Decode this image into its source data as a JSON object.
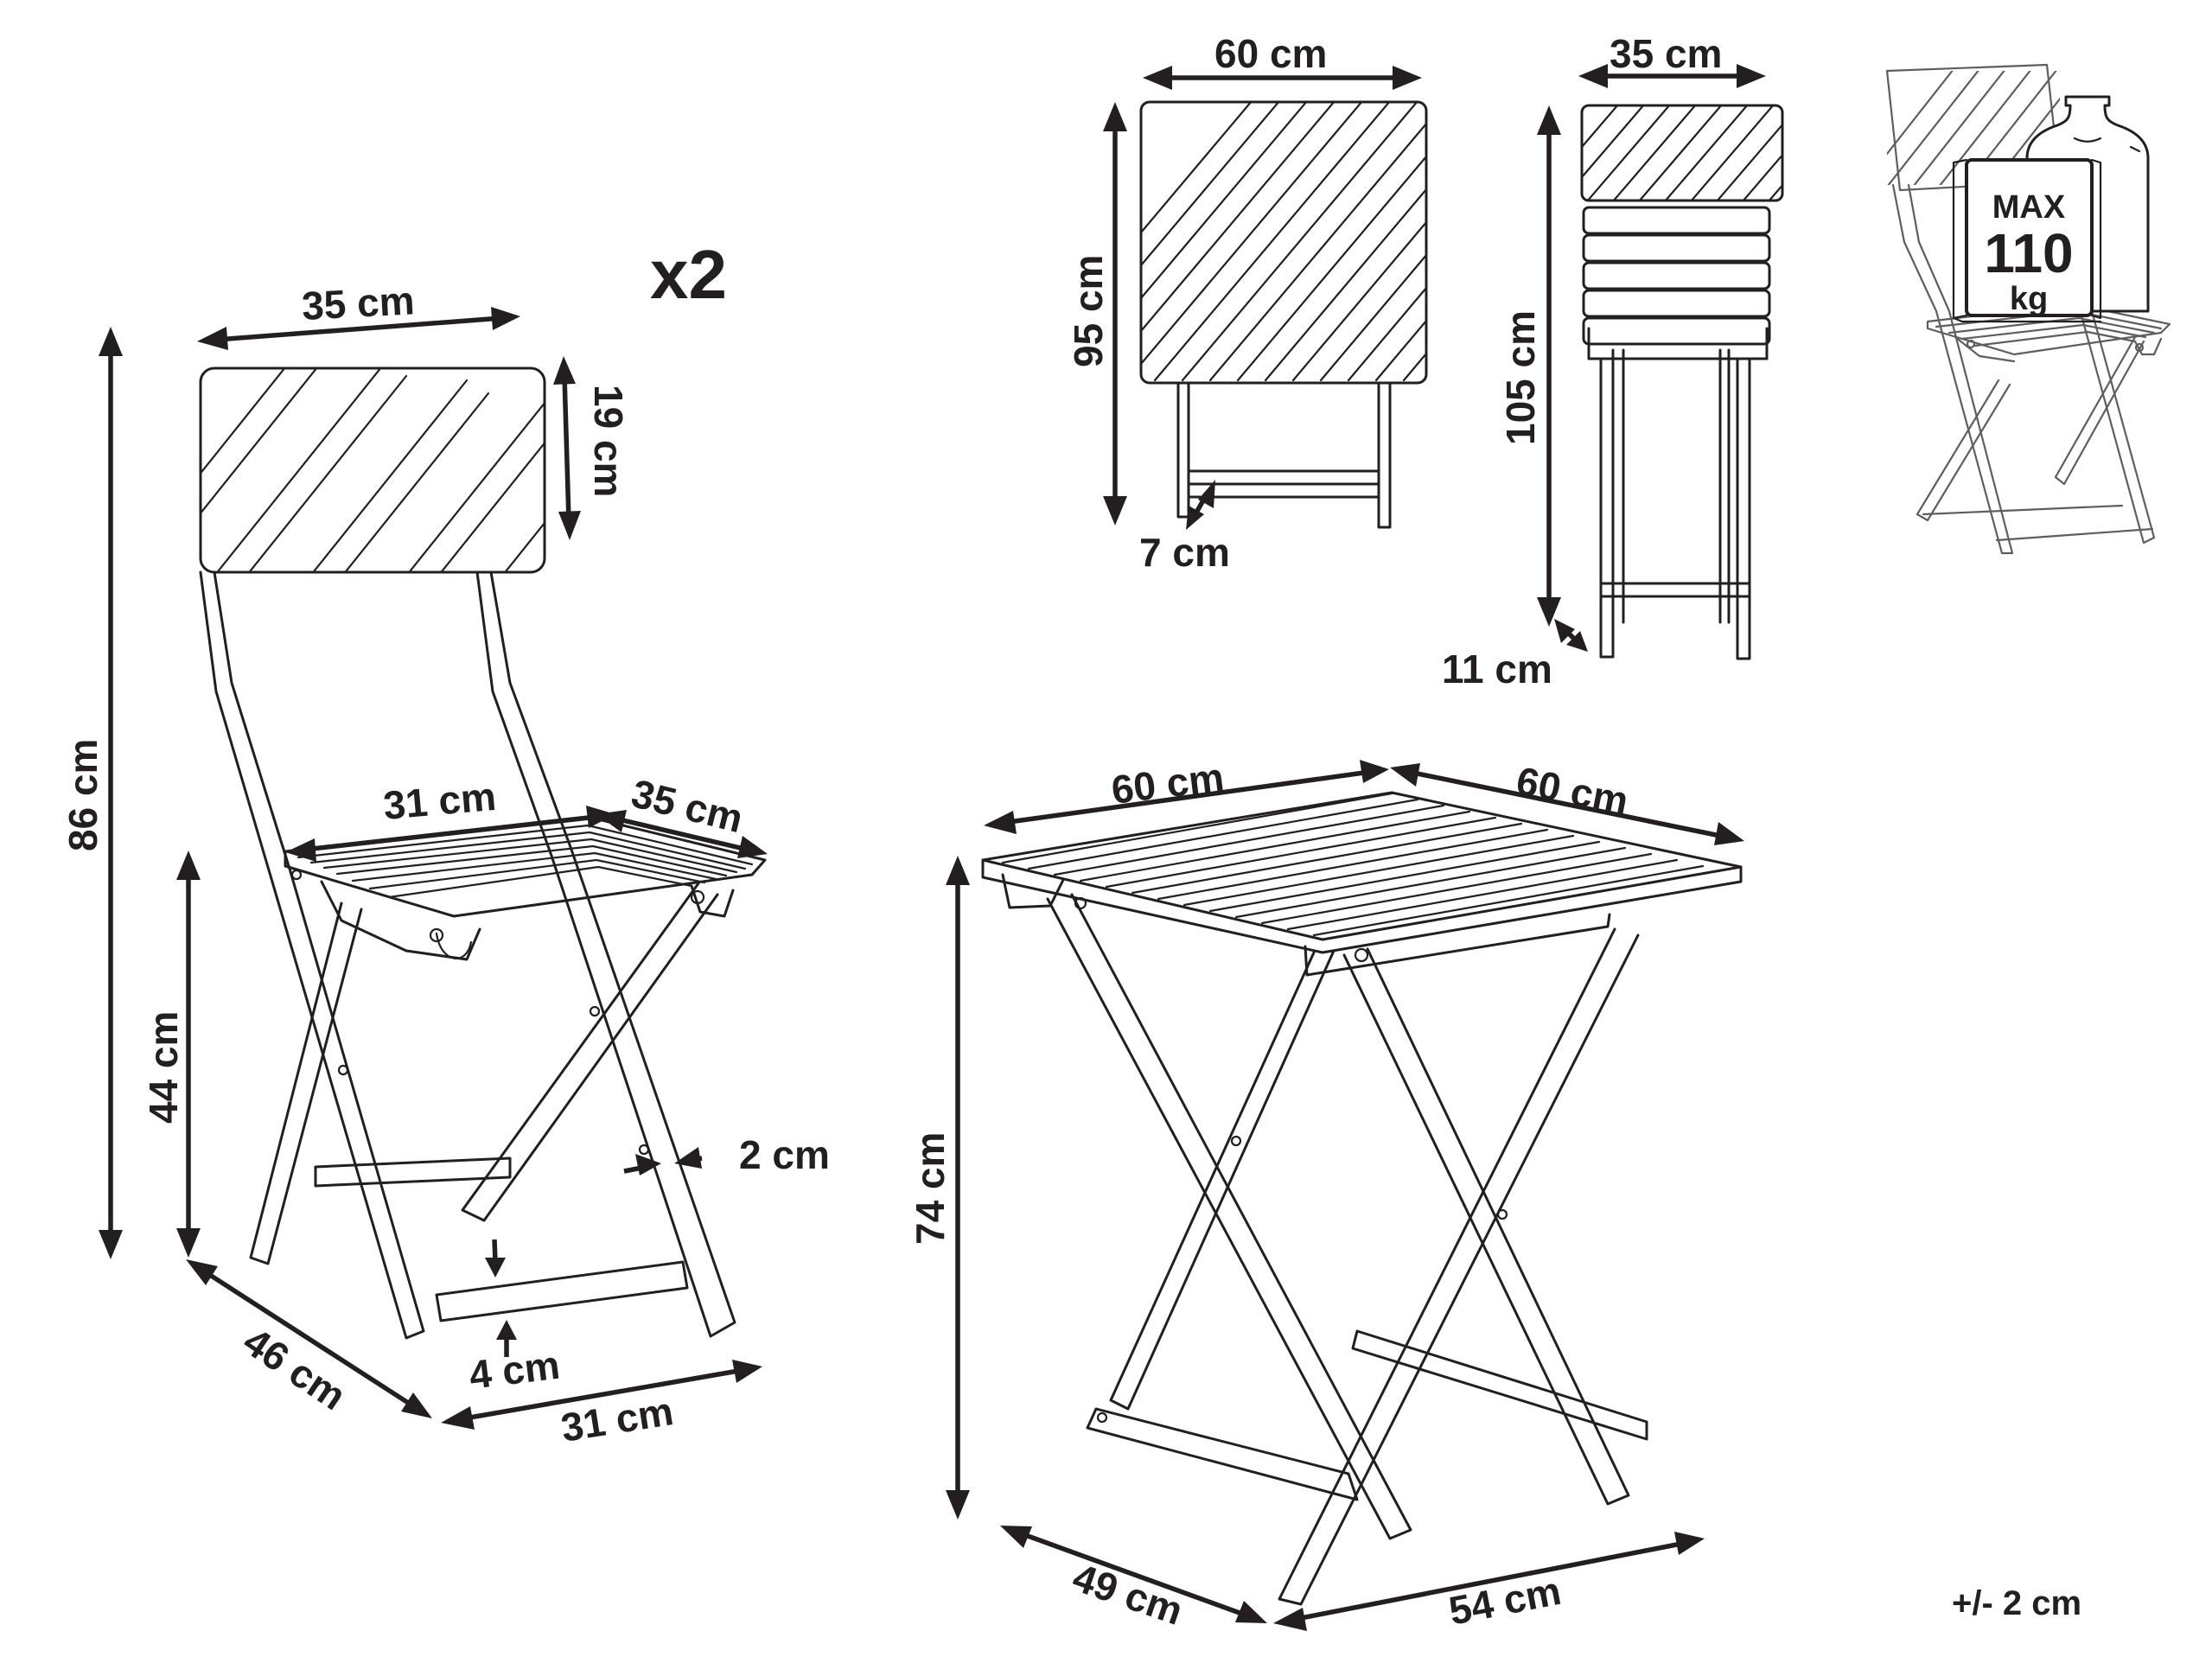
{
  "colors": {
    "ink": "#231f20",
    "background": "#ffffff"
  },
  "quantity": "x2",
  "tolerance": "+/- 2 cm",
  "chair": {
    "backrest_width": "35 cm",
    "backrest_height": "19 cm",
    "total_height": "86 cm",
    "seat_height": "44 cm",
    "seat_width": "31 cm",
    "seat_depth": "35 cm",
    "leg_thickness": "2 cm",
    "stretcher_height": "4 cm",
    "base_depth": "46 cm",
    "base_width": "31 cm"
  },
  "table_folded": {
    "width": "60 cm",
    "height": "95 cm",
    "thickness": "7 cm"
  },
  "chair_folded": {
    "width": "35 cm",
    "height": "105 cm",
    "thickness": "11 cm"
  },
  "load_badge": {
    "line1": "MAX",
    "line2": "110",
    "line3": "kg"
  },
  "table": {
    "top_width": "60 cm",
    "top_depth": "60 cm",
    "height": "74 cm",
    "base_depth": "49 cm",
    "base_width": "54 cm"
  }
}
